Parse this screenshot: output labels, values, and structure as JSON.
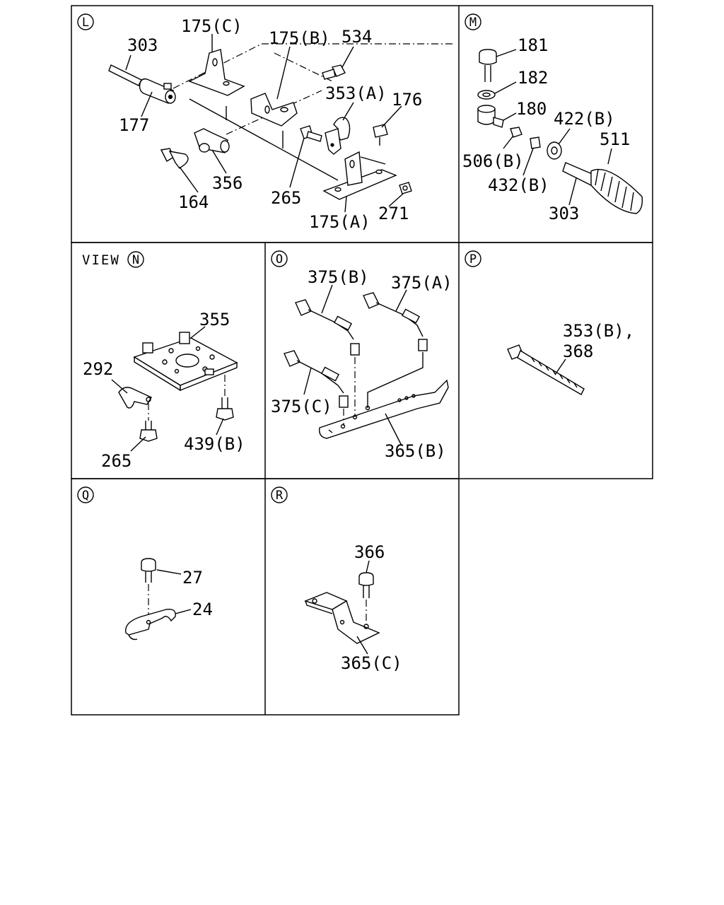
{
  "panels": {
    "L": {
      "letter": "L",
      "labels": {
        "p303": "303",
        "p175c": "175(C)",
        "p175b": "175(B)",
        "p534": "534",
        "p353a": "353(A)",
        "p176": "176",
        "p177": "177",
        "p164": "164",
        "p356": "356",
        "p265": "265",
        "p175a": "175(A)",
        "p271": "271"
      }
    },
    "M": {
      "letter": "M",
      "labels": {
        "p181": "181",
        "p182": "182",
        "p180": "180",
        "p422b": "422(B)",
        "p511": "511",
        "p506b": "506(B)",
        "p432b": "432(B)",
        "p303": "303"
      }
    },
    "N": {
      "view_text": "VIEW",
      "letter": "N",
      "labels": {
        "p355": "355",
        "p292": "292",
        "p265": "265",
        "p439b": "439(B)"
      }
    },
    "O": {
      "letter": "O",
      "labels": {
        "p375b": "375(B)",
        "p375a": "375(A)",
        "p375c": "375(C)",
        "p365b": "365(B)"
      }
    },
    "P": {
      "letter": "P",
      "labels": {
        "p353b": "353(B),",
        "p368": "368"
      }
    },
    "Q": {
      "letter": "Q",
      "labels": {
        "p27": "27",
        "p24": "24"
      }
    },
    "R": {
      "letter": "R",
      "labels": {
        "p366": "366",
        "p365c": "365(C)"
      }
    }
  }
}
